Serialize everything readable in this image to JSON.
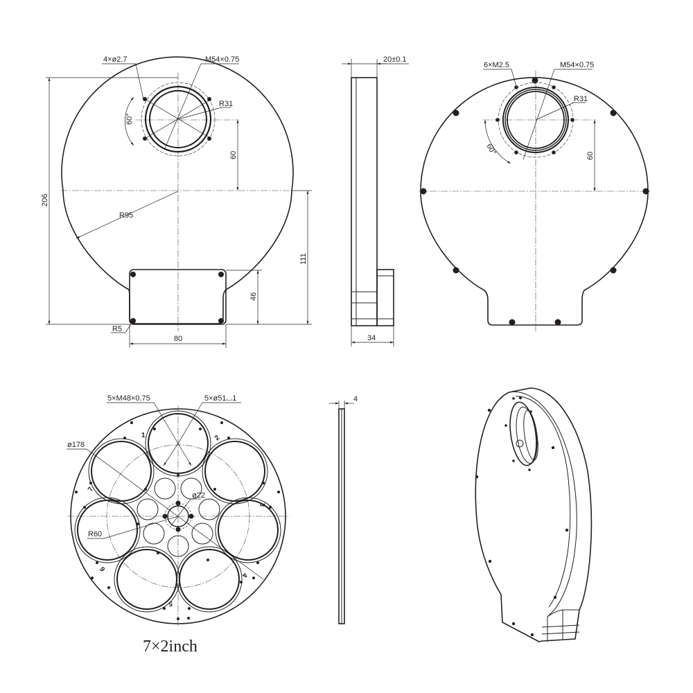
{
  "front_view": {
    "holes_label": "4×ø2.7",
    "thread_label": "M54×0.75",
    "radius_small": "R31",
    "angle_label": "60°",
    "offset_label": "60",
    "height_label": "206",
    "radius_large": "R95",
    "lower_height": "111",
    "box_height": "46",
    "corner_radius": "R5",
    "box_width": "80"
  },
  "side_view": {
    "thickness_label": "20±0.1",
    "depth_label": "34"
  },
  "back_view": {
    "holes_label": "6×M2.5",
    "thread_label": "M54×0.75",
    "radius_small": "R31",
    "angle_label": "60°",
    "offset_label": "60"
  },
  "wheel_view": {
    "thread_label": "5×M48×0.75",
    "bore_label": "5×ø51⌴1",
    "diameter_label": "ø178",
    "hub_label": "ø22",
    "pitch_radius": "R60",
    "positions": [
      "1",
      "2",
      "3",
      "4",
      "5",
      "6",
      "7"
    ],
    "caption": "7×2inch"
  },
  "wheel_side": {
    "thickness_label": "4"
  }
}
